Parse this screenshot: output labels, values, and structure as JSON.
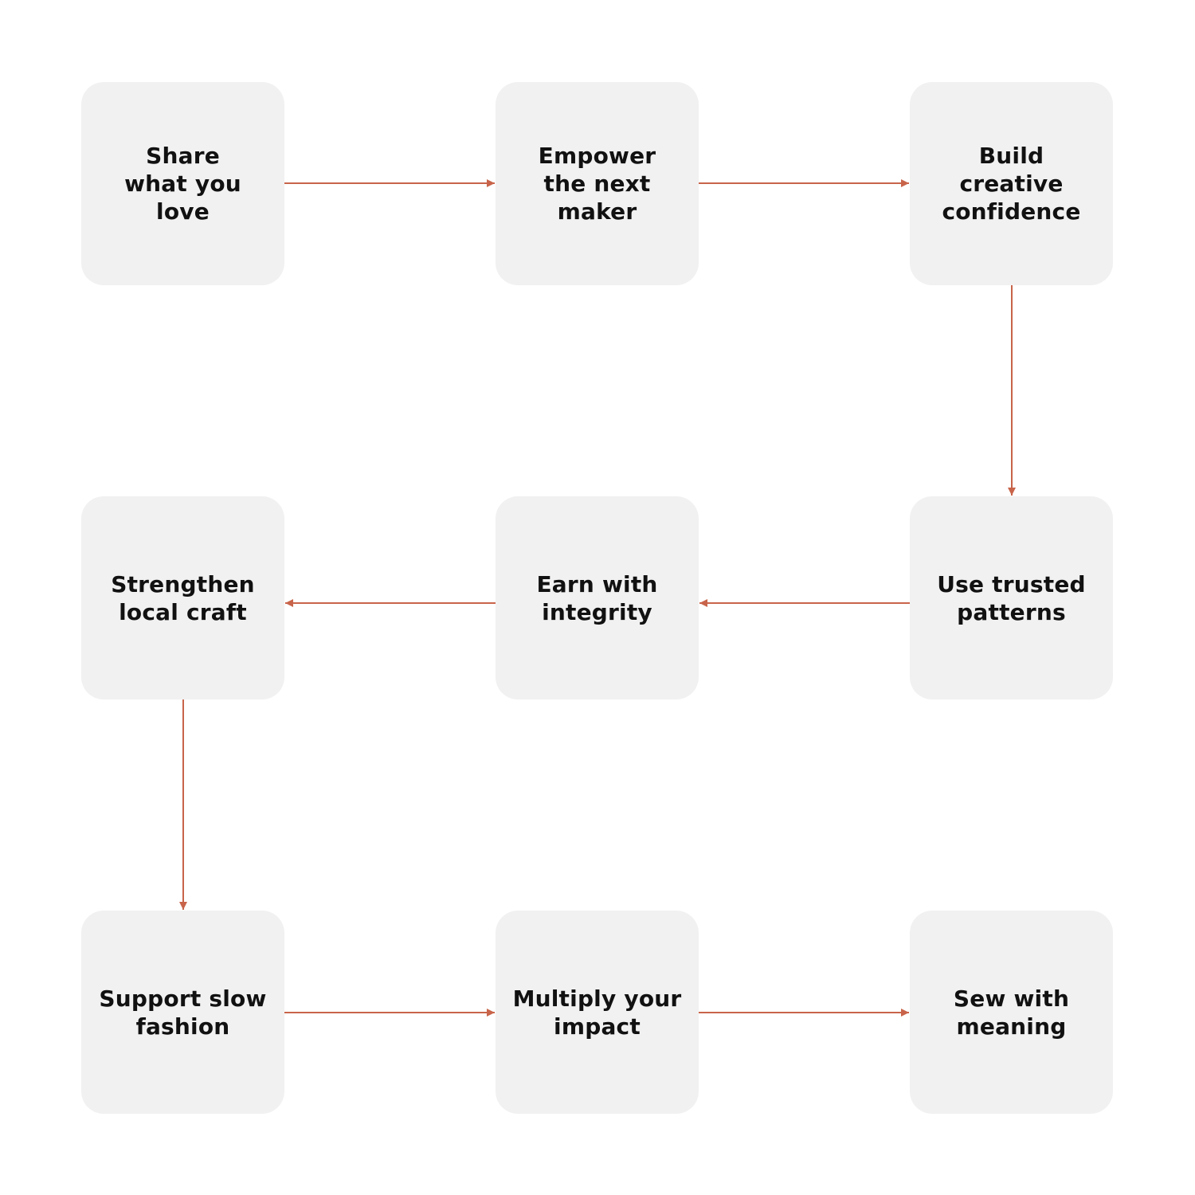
{
  "diagram": {
    "colors": {
      "node_fill": "#f1f1f1",
      "arrow": "#c8644a",
      "text": "#111111",
      "background": "#ffffff"
    },
    "nodes": [
      {
        "id": "n1",
        "label": "Share what you love"
      },
      {
        "id": "n2",
        "label": "Empower the next maker"
      },
      {
        "id": "n3",
        "label": "Build creative confidence"
      },
      {
        "id": "n4",
        "label": "Use trusted patterns"
      },
      {
        "id": "n5",
        "label": "Earn with integrity"
      },
      {
        "id": "n6",
        "label": "Strengthen local craft"
      },
      {
        "id": "n7",
        "label": "Support slow fashion"
      },
      {
        "id": "n8",
        "label": "Multiply your impact"
      },
      {
        "id": "n9",
        "label": "Sew with meaning"
      }
    ],
    "edges": [
      {
        "from": "n1",
        "to": "n2"
      },
      {
        "from": "n2",
        "to": "n3"
      },
      {
        "from": "n3",
        "to": "n4"
      },
      {
        "from": "n4",
        "to": "n5"
      },
      {
        "from": "n5",
        "to": "n6"
      },
      {
        "from": "n6",
        "to": "n7"
      },
      {
        "from": "n7",
        "to": "n8"
      },
      {
        "from": "n8",
        "to": "n9"
      }
    ]
  }
}
